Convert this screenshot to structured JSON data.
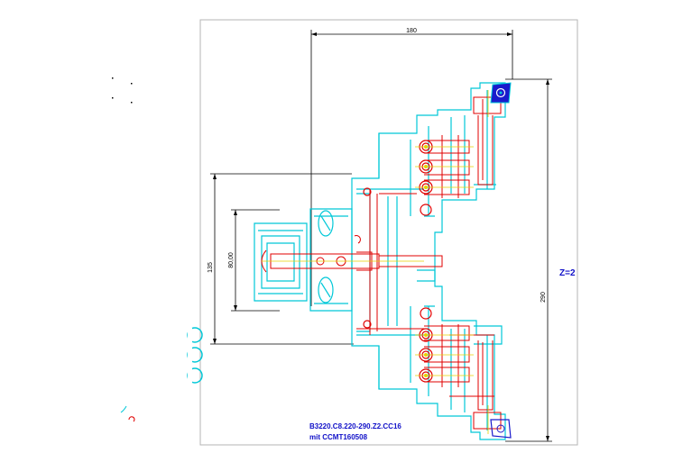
{
  "dimensions": {
    "width_top": "180",
    "height_right": "290",
    "height_left_outer": "135",
    "height_left_inner": "80,00"
  },
  "annotation": {
    "z_label": "Z=2",
    "part_line1": "B3220.C8.220-290.Z2.CC16",
    "part_line2": "mit CCMT160508"
  },
  "colors": {
    "outline": "#00c8d8",
    "detail": "#e00000",
    "dimension": "#000000",
    "label": "#1010c8",
    "centerline": "#e8d000",
    "insert": "#1a1acc",
    "frame": "#b4b4b4"
  }
}
